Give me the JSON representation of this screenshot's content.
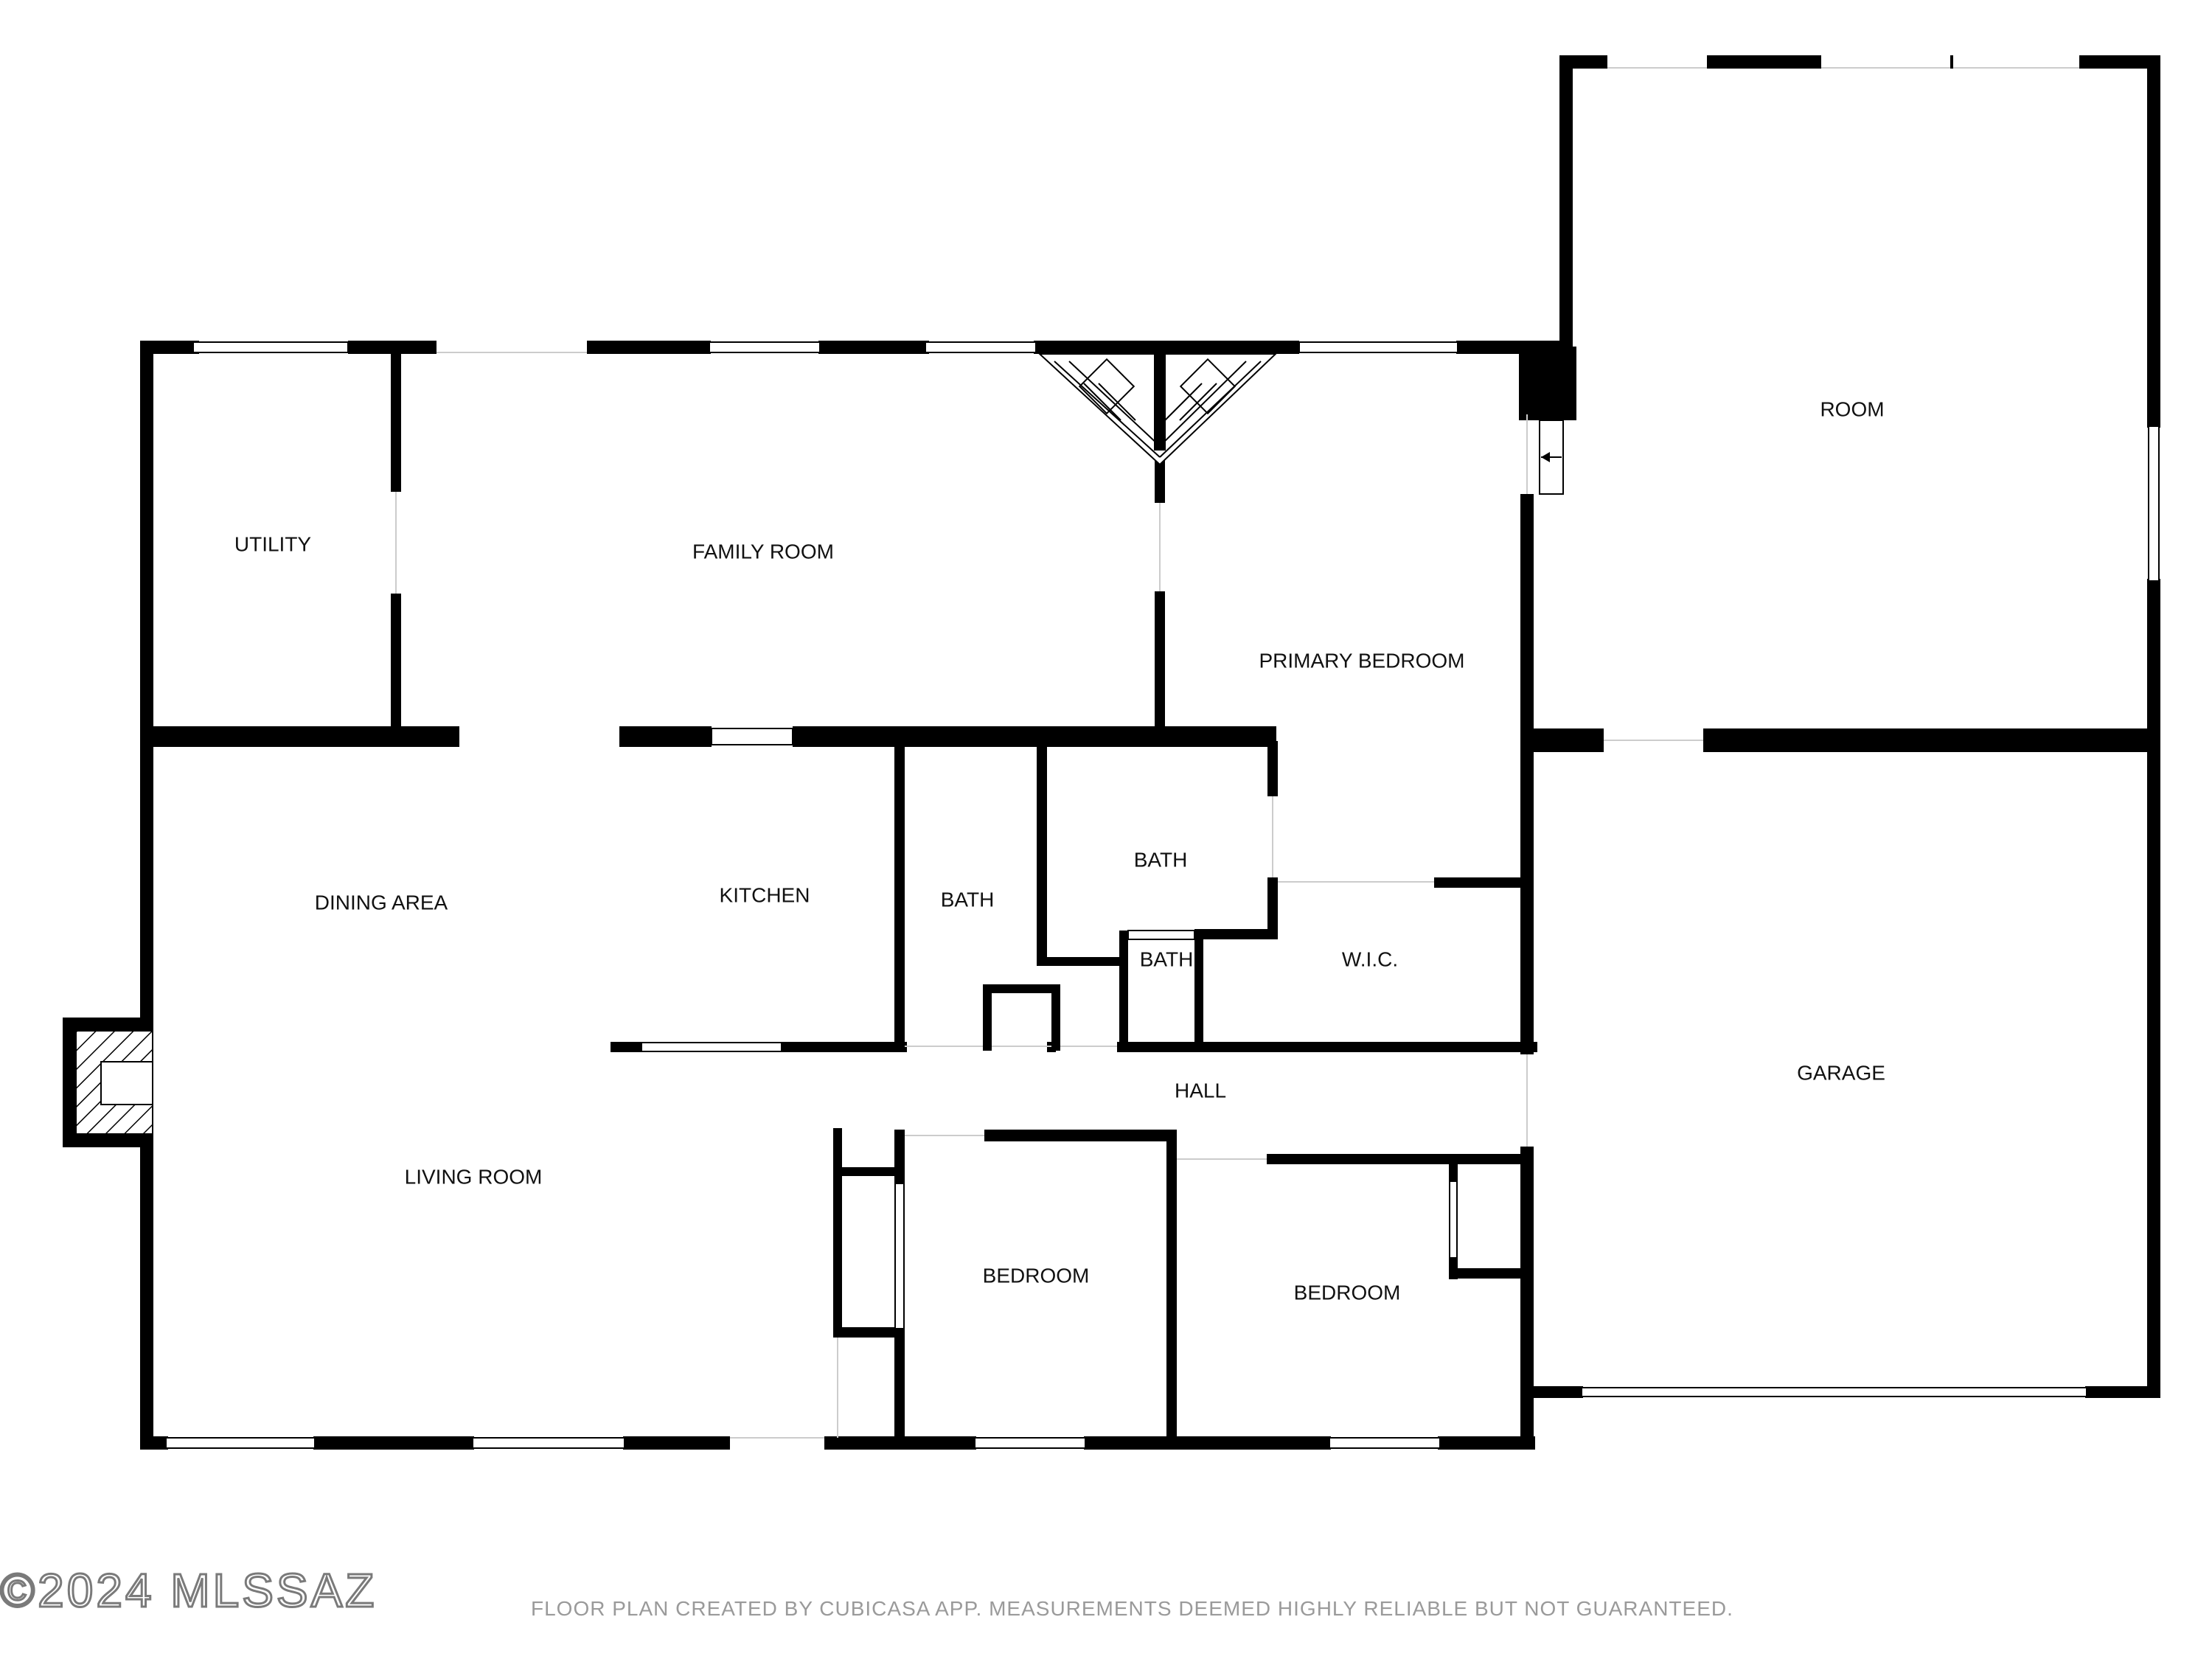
{
  "rooms": {
    "utility": "UTILITY",
    "family_room": "FAMILY ROOM",
    "primary_bedroom": "PRIMARY BEDROOM",
    "room": "ROOM",
    "dining_area": "DINING AREA",
    "kitchen": "KITCHEN",
    "bath_1": "BATH",
    "bath_2": "BATH",
    "bath_3": "BATH",
    "wic": "W.I.C.",
    "hall": "HALL",
    "garage": "GARAGE",
    "living_room": "LIVING ROOM",
    "bedroom_1": "BEDROOM",
    "bedroom_2": "BEDROOM"
  },
  "footer": {
    "disclaimer": "FLOOR PLAN CREATED BY CUBICASA APP. MEASUREMENTS DEEMED HIGHLY RELIABLE BUT NOT GUARANTEED.",
    "copyright": "©2024 MLSSAZ"
  },
  "colors": {
    "wall": "#000000",
    "background": "#ffffff",
    "footer_text": "#9a9a9a"
  }
}
